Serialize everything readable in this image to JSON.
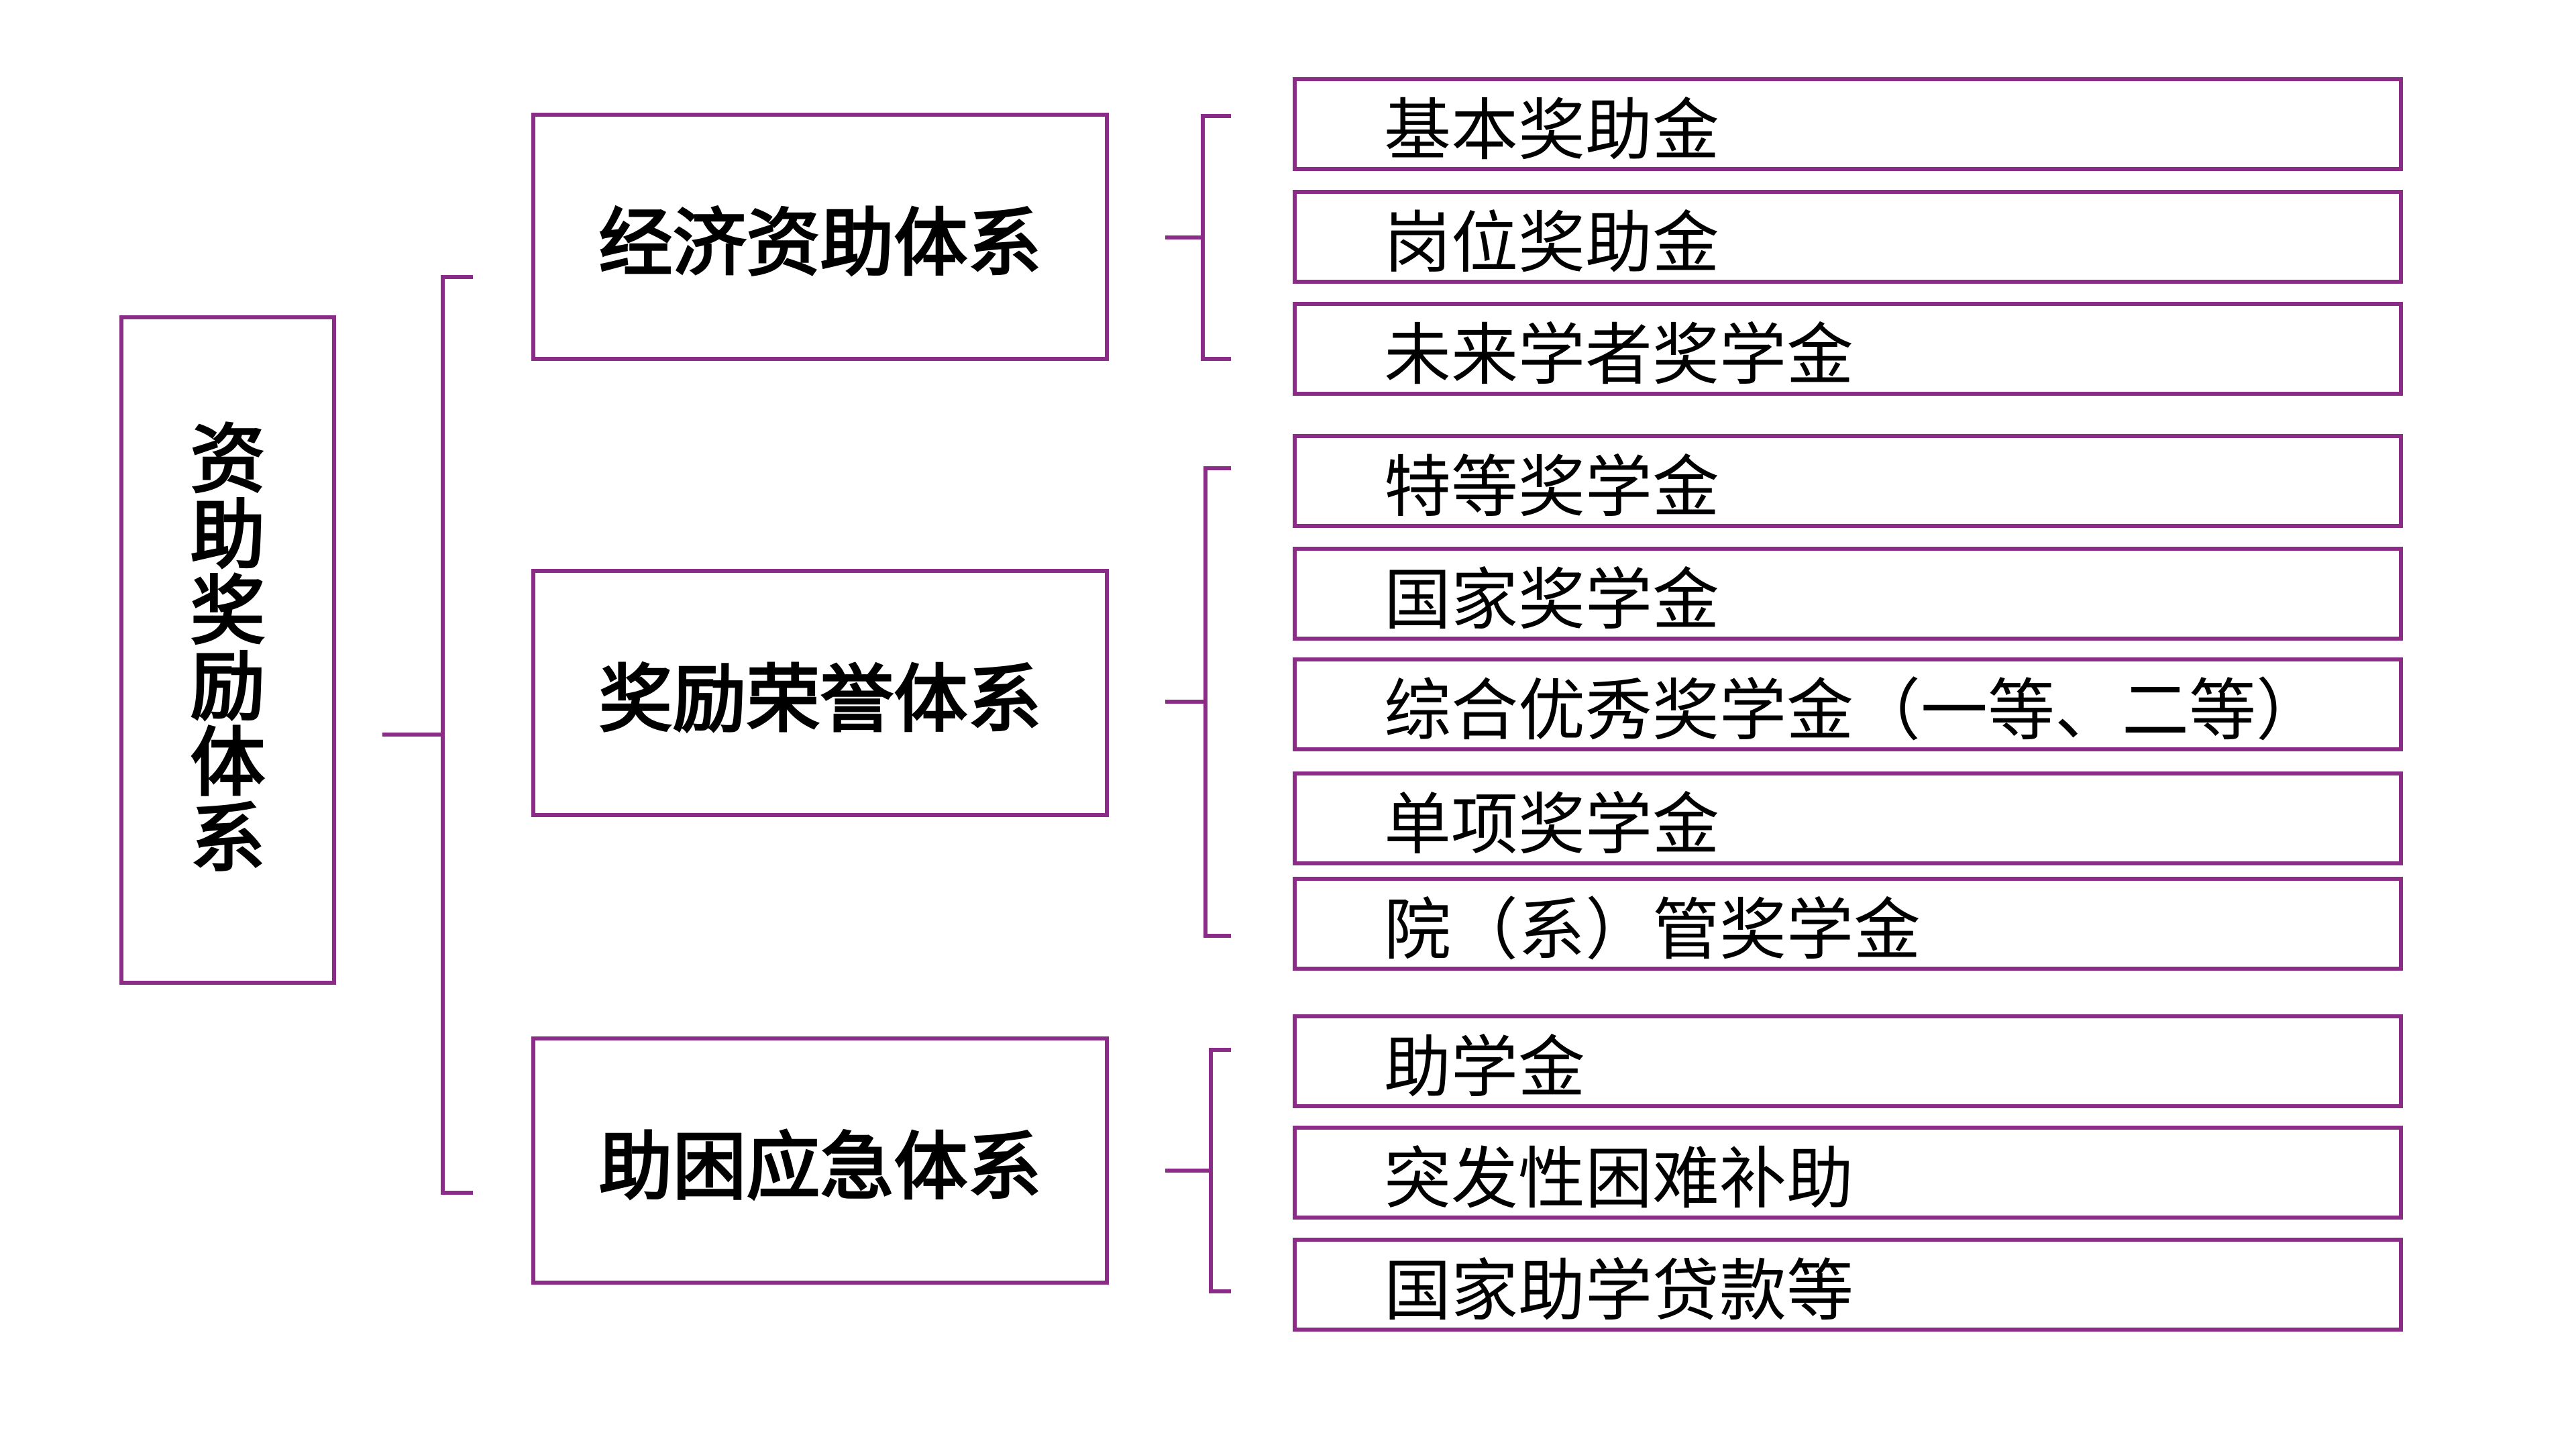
{
  "accent_color": "#8b2d87",
  "root": {
    "label": "资助奖励体系"
  },
  "categories": [
    {
      "label": "经济资助体系",
      "items": [
        "基本奖助金",
        "岗位奖助金",
        "未来学者奖学金"
      ]
    },
    {
      "label": "奖励荣誉体系",
      "items": [
        "特等奖学金",
        "国家奖学金",
        "综合优秀奖学金（一等、二等）",
        "单项奖学金",
        "院（系）管奖学金"
      ]
    },
    {
      "label": "助困应急体系",
      "items": [
        "助学金",
        "突发性困难补助",
        "国家助学贷款等"
      ]
    }
  ]
}
